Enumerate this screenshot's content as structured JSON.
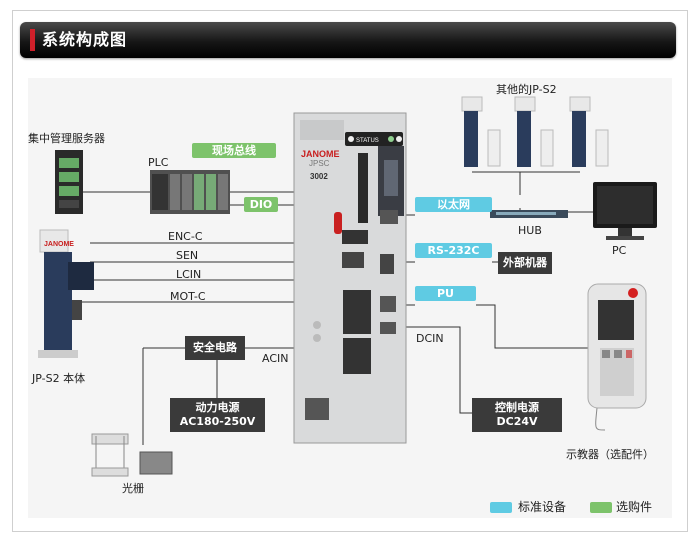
{
  "page": {
    "title": "系统构成图"
  },
  "labels": {
    "server": "集中管理服务器",
    "plc": "PLC",
    "robot": "JP-S2 本体",
    "other_robots": "其他的JP-S2",
    "hub": "HUB",
    "pc": "PC",
    "pendant": "示教器（选配件）",
    "light_curtain": "光栅",
    "enc": "ENC-C",
    "sen": "SEN",
    "lcin": "LCIN",
    "motc": "MOT-C",
    "acin": "ACIN",
    "dcin": "DCIN"
  },
  "tags": {
    "fieldbus": "现场总线",
    "dio": "DIO",
    "ethernet": "以太网",
    "rs232c": "RS-232C",
    "pu": "PU"
  },
  "boxes": {
    "external": "外部机器",
    "safety": "安全电路",
    "power_line1": "动力电源",
    "power_line2": "AC180-250V",
    "control_line1": "控制电源",
    "control_line2": "DC24V"
  },
  "controller": {
    "brand": "JANOME",
    "model_line": "JPSC",
    "model_no": "3002",
    "status": "STATUS"
  },
  "legend": [
    {
      "label": "标准设备",
      "color": "#5fcbe3"
    },
    {
      "label": "选购件",
      "color": "#7dc36b"
    }
  ]
}
